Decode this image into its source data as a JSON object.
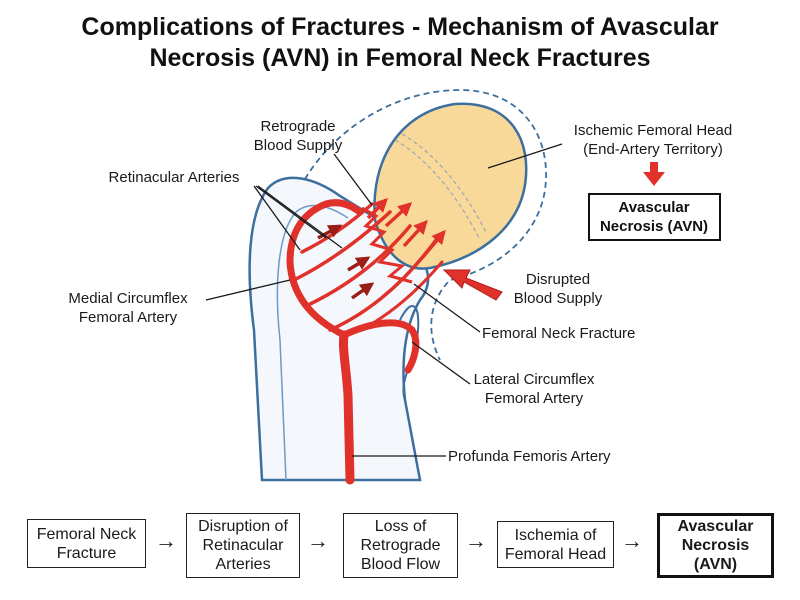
{
  "title": {
    "line1": "Complications of Fractures - Mechanism of Avascular",
    "line2": "Necrosis (AVN) in Femoral Neck Fractures"
  },
  "labels": {
    "retrograde_1": "Retrograde",
    "retrograde_2": "Blood Supply",
    "retinacular": "Retinacular Arteries",
    "ischemic_1": "Ischemic Femoral Head",
    "ischemic_2": "(End-Artery Territory)",
    "avn_1": "Avascular",
    "avn_2": "Necrosis (AVN)",
    "disrupted_1": "Disrupted",
    "disrupted_2": "Blood Supply",
    "medial_1": "Medial Circumflex",
    "medial_2": "Femoral Artery",
    "neck_fracture": "Femoral Neck Fracture",
    "lateral_1": "Lateral Circumflex",
    "lateral_2": "Femoral Artery",
    "profunda": "Profunda Femoris Artery"
  },
  "flow": {
    "step1": "Femoral Neck Fracture",
    "step2": "Disruption of Retinacular Arteries",
    "step3": "Loss of Retrograde Blood Flow",
    "step4": "Ischemia of Femoral Head",
    "step5": "Avascular Necrosis (AVN)",
    "arrow_glyph": "→"
  },
  "colors": {
    "artery": "#e0312b",
    "artery_dark": "#b31d18",
    "femoral_head": "#f8d99a",
    "bone_outline": "#4a7fb0",
    "text": "#1a1a1a"
  }
}
